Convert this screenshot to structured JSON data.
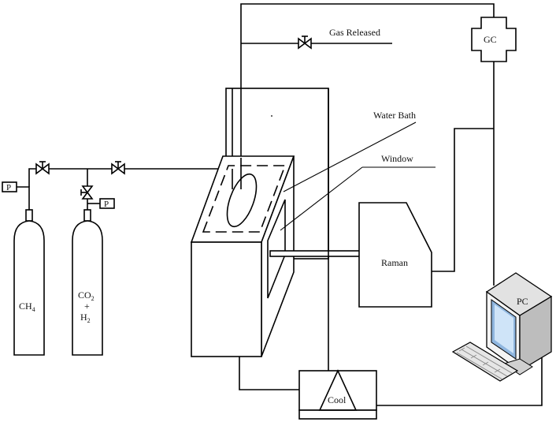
{
  "labels": {
    "gas_released": "Gas Released",
    "gc": "GC",
    "water_bath": "Water Bath",
    "window": "Window",
    "raman": "Raman",
    "pc": "PC",
    "cool": "Cool",
    "pressure_1": "P",
    "pressure_2": "P",
    "ch4": "CH",
    "ch4_sub": "4",
    "co2": "CO",
    "co2_sub": "2",
    "plus": "+",
    "h2": "H",
    "h2_sub": "2"
  }
}
